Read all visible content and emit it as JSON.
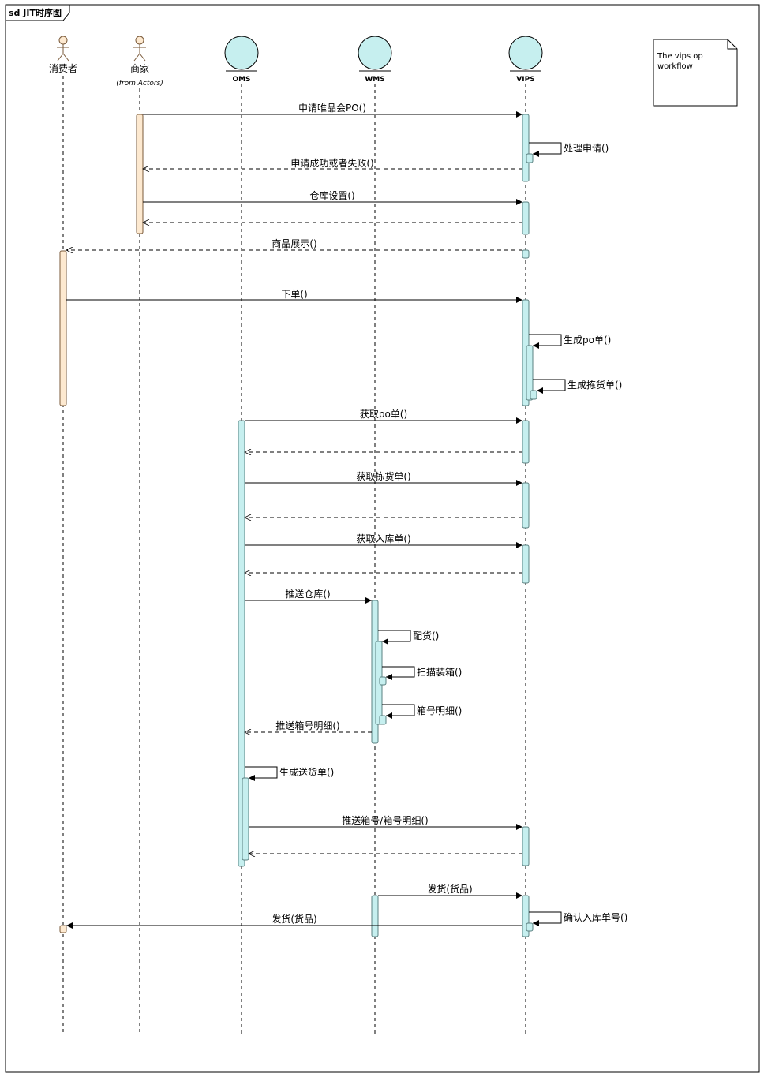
{
  "frame": {
    "title": "sd JIT时序图"
  },
  "participants": [
    {
      "id": "consumer",
      "label": "消费者",
      "kind": "actor",
      "sublabel": ""
    },
    {
      "id": "merchant",
      "label": "商家",
      "kind": "actor",
      "sublabel": "(from Actors)"
    },
    {
      "id": "oms",
      "label": "OMS",
      "kind": "entity",
      "sublabel": ""
    },
    {
      "id": "wms",
      "label": "WMS",
      "kind": "entity",
      "sublabel": ""
    },
    {
      "id": "vips",
      "label": "VIPS",
      "kind": "entity",
      "sublabel": ""
    }
  ],
  "note": {
    "line1": "The vips op",
    "line2": "workflow"
  },
  "messages": [
    {
      "label": "申请唯品会PO()"
    },
    {
      "label": "处理申请()"
    },
    {
      "label": "申请成功或者失败()"
    },
    {
      "label": "仓库设置()"
    },
    {
      "label": ""
    },
    {
      "label": "商品展示()"
    },
    {
      "label": "下单()"
    },
    {
      "label": "生成po单()"
    },
    {
      "label": "生成拣货单()"
    },
    {
      "label": "获取po单()"
    },
    {
      "label": ""
    },
    {
      "label": "获取拣货单()"
    },
    {
      "label": ""
    },
    {
      "label": "获取入库单()"
    },
    {
      "label": ""
    },
    {
      "label": "推送仓库()"
    },
    {
      "label": "配货()"
    },
    {
      "label": "扫描装箱()"
    },
    {
      "label": "箱号明细()"
    },
    {
      "label": "推送箱号明细()"
    },
    {
      "label": "生成送货单()"
    },
    {
      "label": "推送箱号/箱号明细()"
    },
    {
      "label": ""
    },
    {
      "label": "发货(货品)"
    },
    {
      "label": "确认入库单号()"
    },
    {
      "label": "发货(货品)"
    }
  ],
  "colors": {
    "actor_activation": "#fde9d0",
    "actor_activation_stroke": "#a08060",
    "system_activation": "#c6efef",
    "system_activation_stroke": "#5a8080",
    "entity_fill": "#c6efef",
    "actor_fill": "#fde9d0"
  }
}
